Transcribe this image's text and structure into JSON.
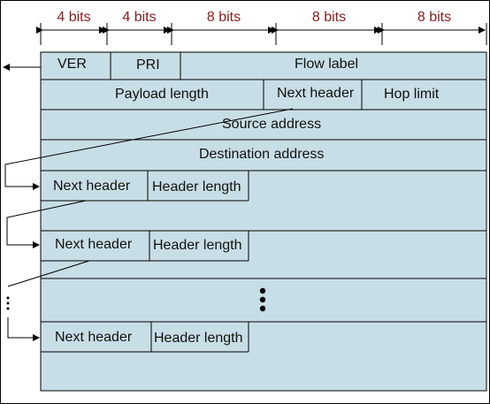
{
  "colors": {
    "packet_fill": "#c8dee6",
    "bit_label": "#8b1a1a",
    "stroke": "#000000"
  },
  "bit_widths": {
    "w1": "4 bits",
    "w2": "4 bits",
    "w3": "8 bits",
    "w4": "8 bits",
    "w5": "8 bits"
  },
  "base_header": {
    "ver": "VER",
    "pri": "PRI",
    "flow_label": "Flow label",
    "payload_length": "Payload length",
    "next_header": "Next header",
    "hop_limit": "Hop limit",
    "source_address": "Source address",
    "destination_address": "Destination address"
  },
  "extension_headers": [
    {
      "next_header": "Next header",
      "header_length": "Header length"
    },
    {
      "next_header": "Next header",
      "header_length": "Header length"
    },
    {
      "next_header": "Next header",
      "header_length": "Header length"
    }
  ],
  "ellipsis": "⋮"
}
